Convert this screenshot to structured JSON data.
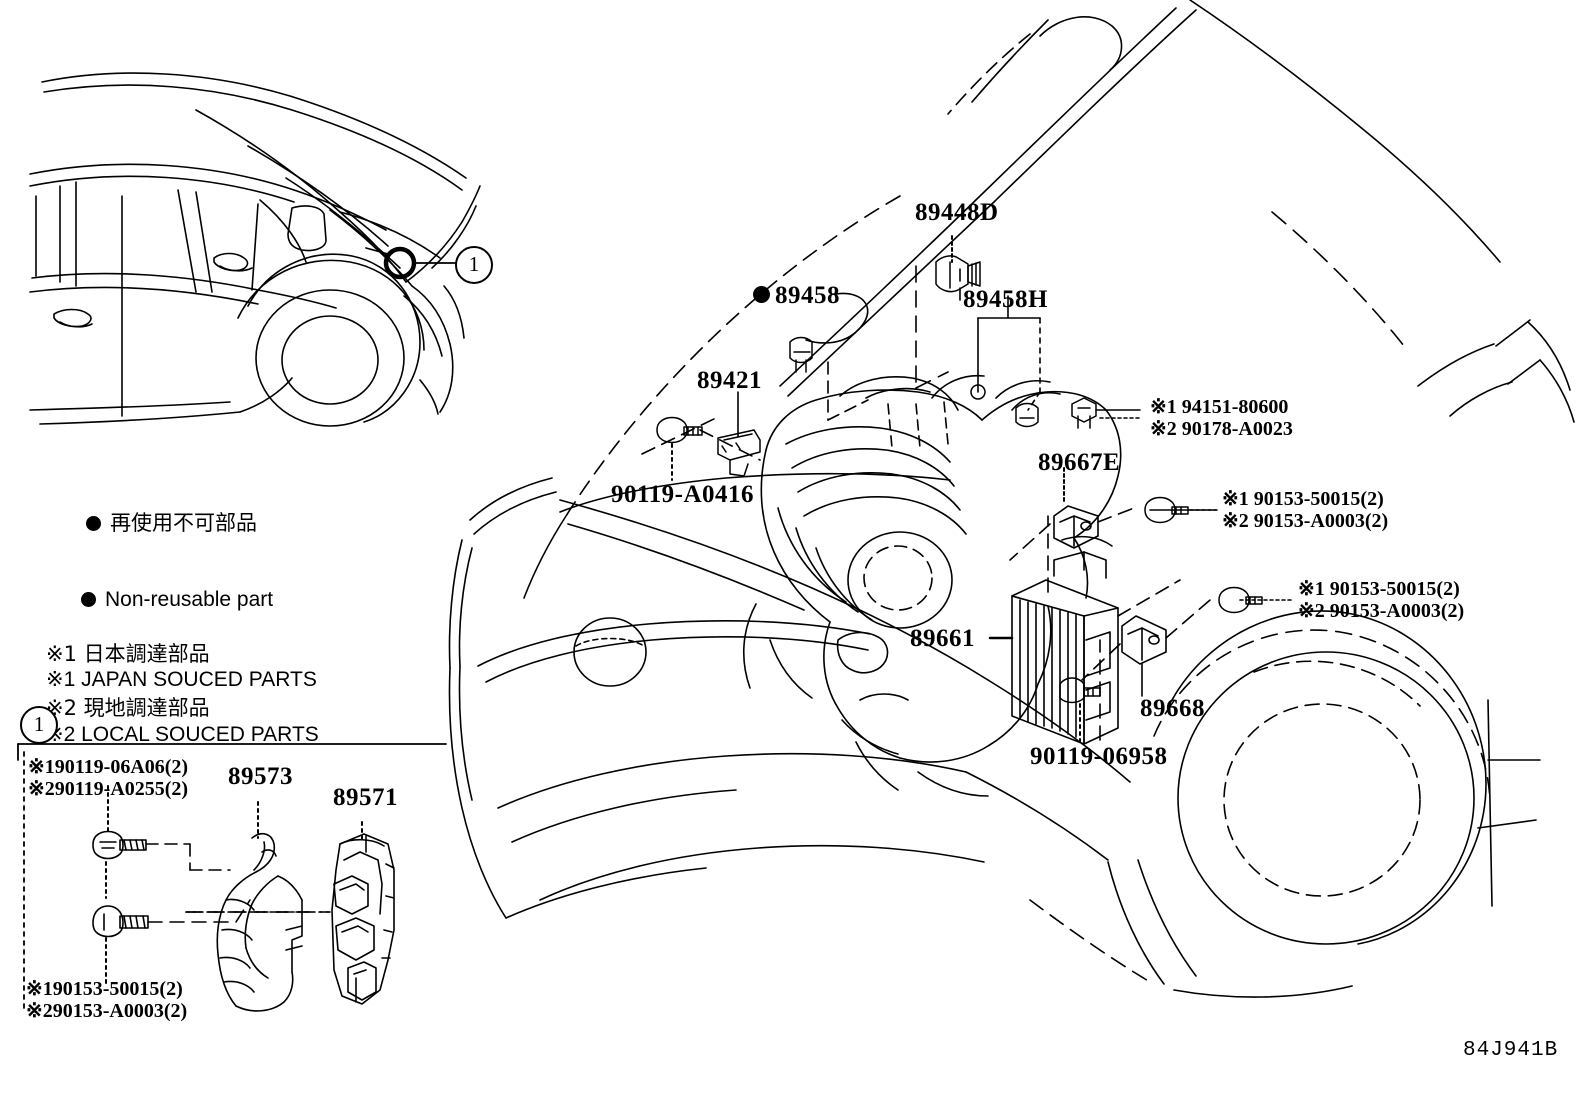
{
  "diagram": {
    "code": "84J941B",
    "callout_badge": "1",
    "callout_badge_detail": "1"
  },
  "legend": {
    "items": [
      {
        "marker": "dot",
        "text": "再使用不可部品"
      },
      {
        "marker": "dot",
        "text": "Non-reusable part"
      },
      {
        "marker": "none",
        "text": "※1 日本調達部品"
      },
      {
        "marker": "none",
        "text": "※1 JAPAN SOUCED PARTS"
      },
      {
        "marker": "none",
        "text": "※2 現地調達部品"
      },
      {
        "marker": "none",
        "text": "※2 LOCAL SOUCED PARTS"
      }
    ]
  },
  "main_labels": {
    "p89448D": "89448D",
    "p89458": "89458",
    "p89458H": "89458H",
    "p89421": "89421",
    "p90119A0416": "90119-A0416",
    "p89667E": "89667E",
    "p89661": "89661",
    "p89668": "89668",
    "p9011906958": "90119-06958"
  },
  "main_dual_specs": [
    {
      "name": "spec-94151",
      "line1": "※1 94151-80600",
      "line2": "※2 90178-A0023"
    },
    {
      "name": "spec-90153-upper",
      "line1": "※1 90153-50015(2)",
      "line2": "※2 90153-A0003(2)"
    },
    {
      "name": "spec-90153-lower",
      "line1": "※1 90153-50015(2)",
      "line2": "※2 90153-A0003(2)"
    }
  ],
  "detail_panel": {
    "spec_top": {
      "line1": "※190119-06A06(2)",
      "line2": "※290119-A0255(2)"
    },
    "spec_bottom": {
      "line1": "※190153-50015(2)",
      "line2": "※290153-A0003(2)"
    },
    "p89573": "89573",
    "p89571": "89571"
  }
}
